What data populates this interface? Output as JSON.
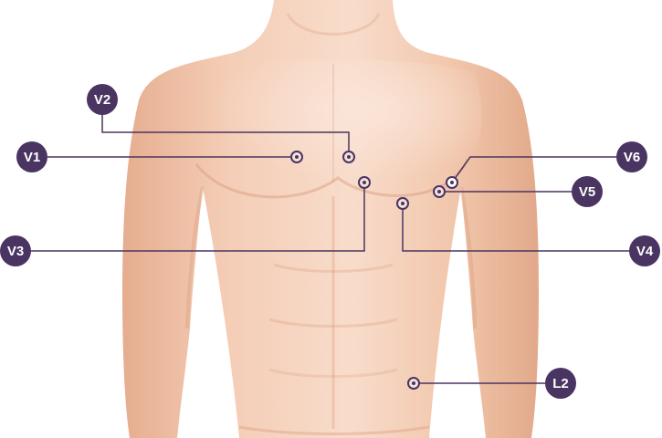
{
  "diagram": {
    "colors": {
      "skin_light": "#f6d6c2",
      "skin_mid": "#f0c2a6",
      "skin_shadow": "#d99a7c",
      "badge": "#4a3461",
      "badge_text": "#ffffff",
      "leader_line": "#4a3461",
      "electrode_ring": "#4a3461",
      "electrode_fill": "#f3e2da"
    },
    "electrodes": [
      {
        "id": "v1",
        "label": "V1"
      },
      {
        "id": "v2",
        "label": "V2"
      },
      {
        "id": "v3",
        "label": "V3"
      },
      {
        "id": "v4",
        "label": "V4"
      },
      {
        "id": "v5",
        "label": "V5"
      },
      {
        "id": "v6",
        "label": "V6"
      },
      {
        "id": "l2",
        "label": "L2"
      }
    ]
  }
}
